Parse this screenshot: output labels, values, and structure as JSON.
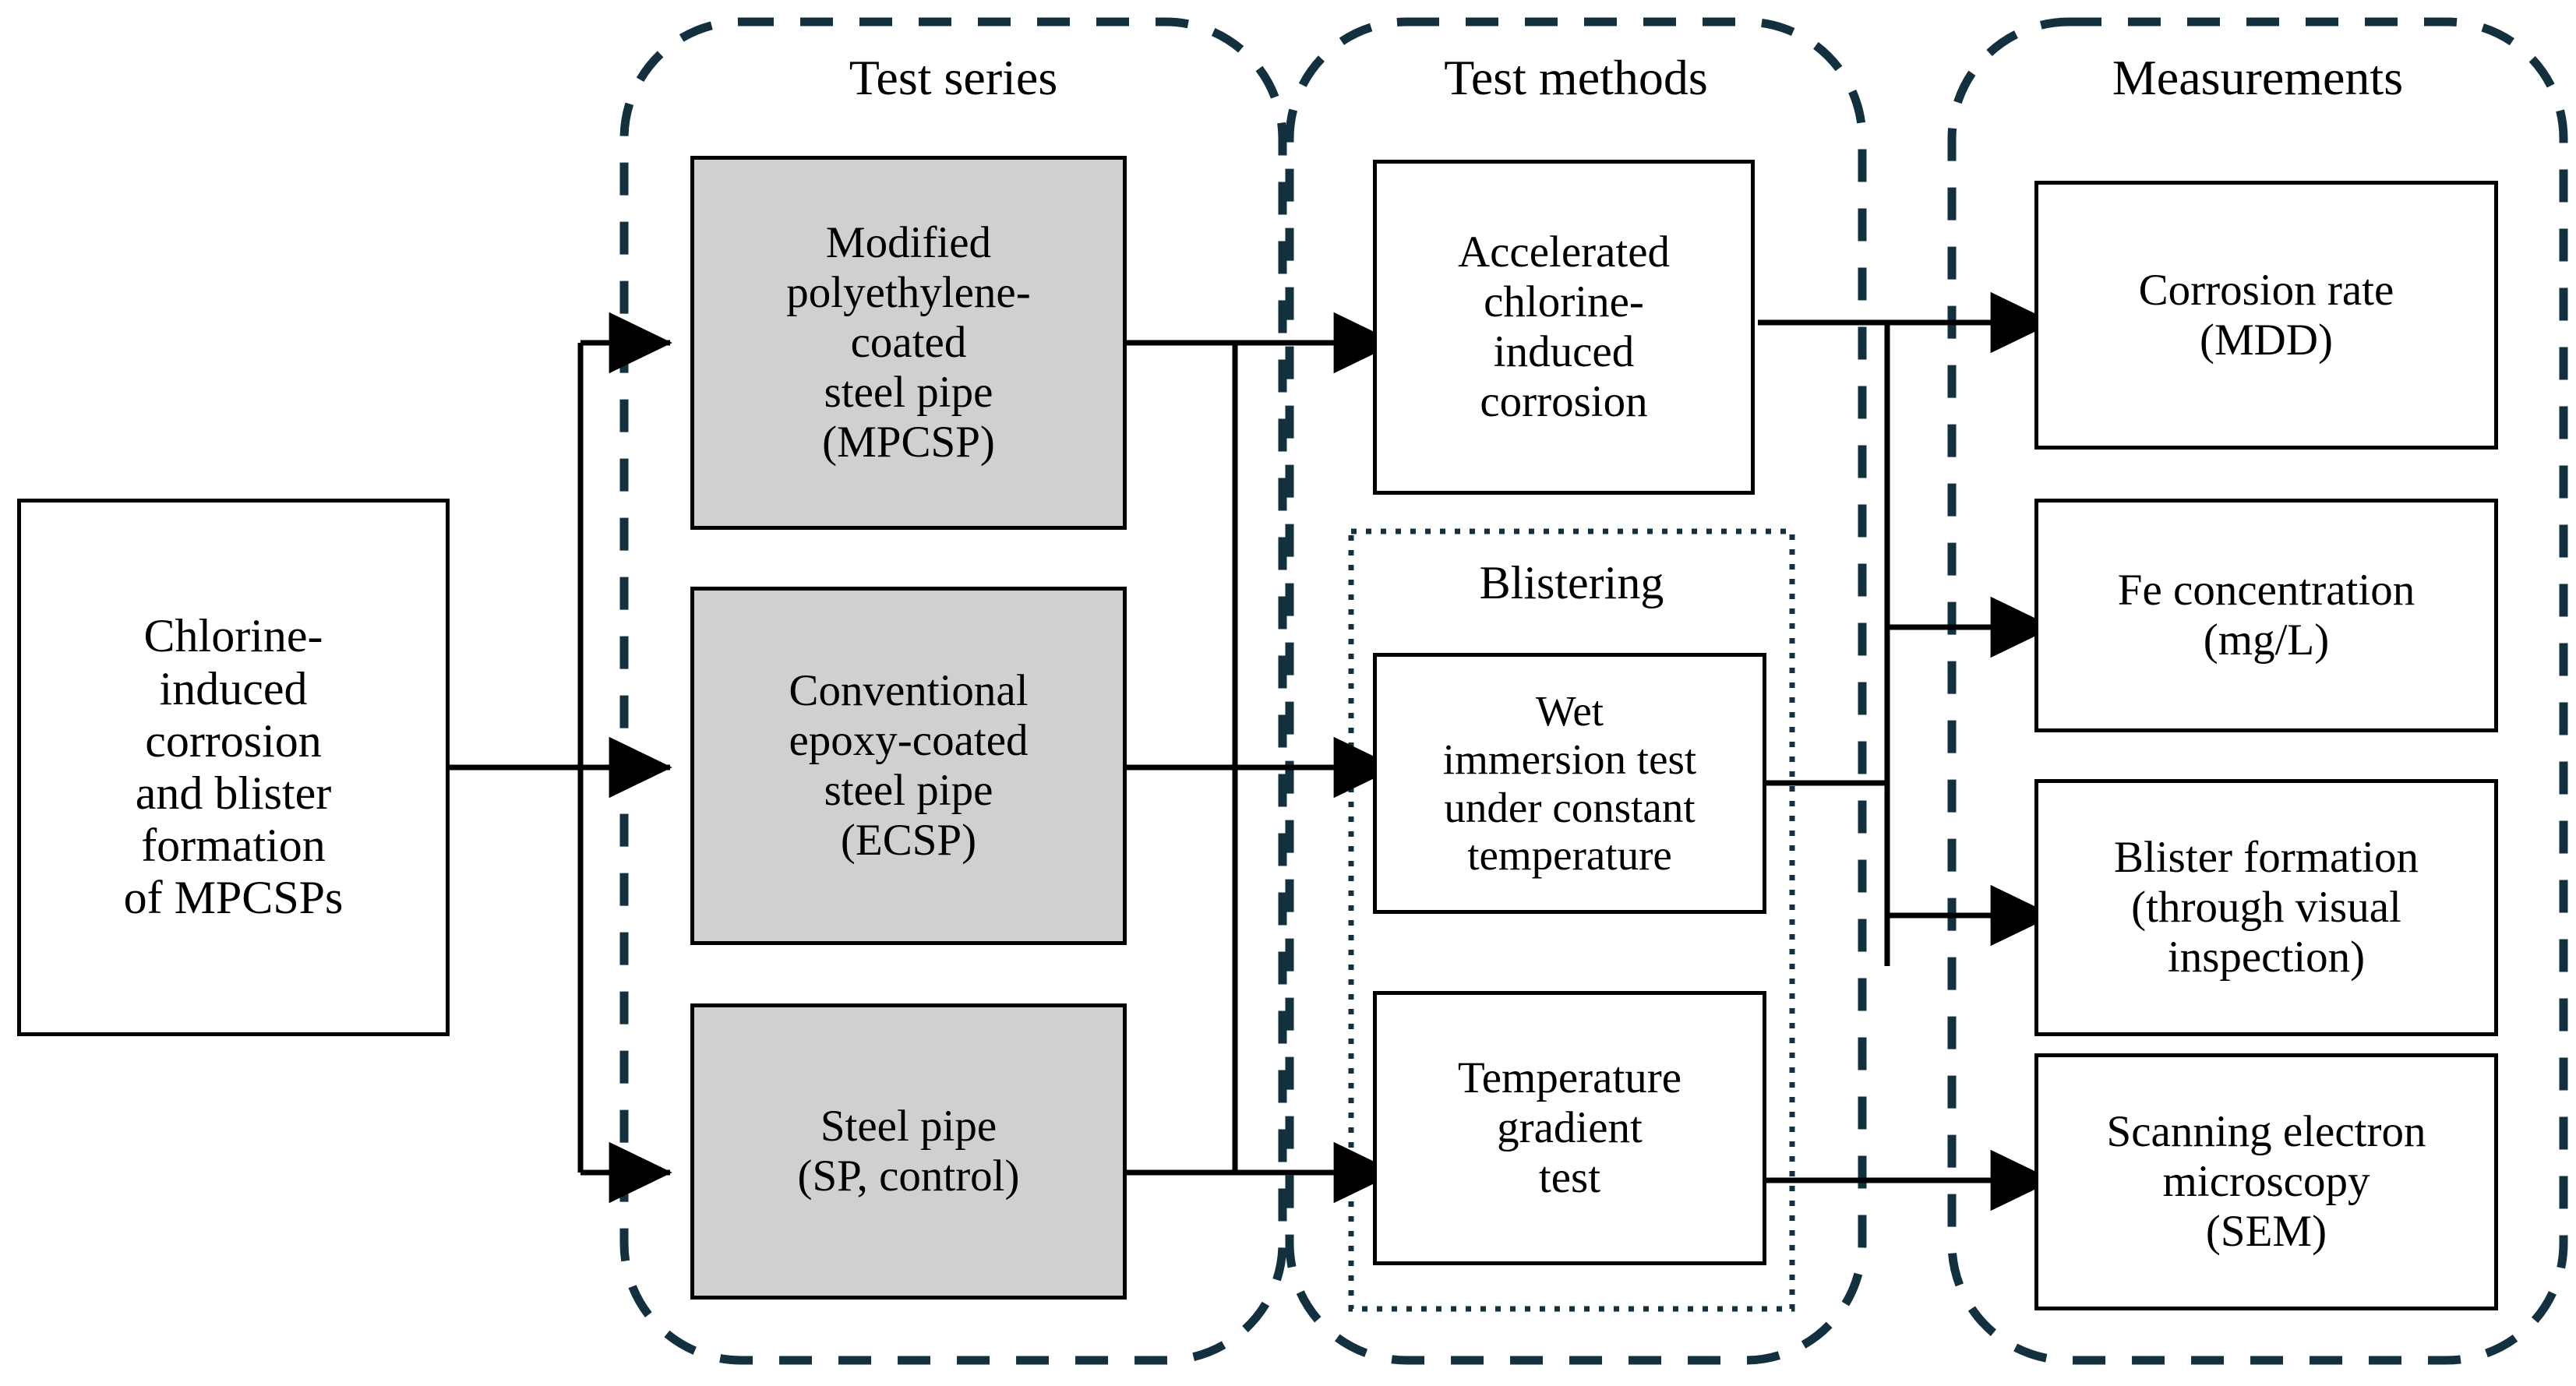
{
  "figure": {
    "type": "flowchart",
    "orientation": "left-to-right",
    "background_color": "#ffffff",
    "line_color": "#000000",
    "group_border_color": "#13303f",
    "shaded_node_fill": "#d0d0d0",
    "plain_node_fill": "#ffffff"
  },
  "start_node": {
    "id": "objective",
    "label": "Chlorine-\ninduced\ncorrosion\nand blister\nformation\nof MPCSPs"
  },
  "groups": [
    {
      "id": "test-series",
      "title": "Test series",
      "border_style": "dashed",
      "nodes": [
        {
          "id": "mpcsp",
          "label": "Modified\npolyethylene-\ncoated\nsteel pipe\n(MPCSP)",
          "shaded": true
        },
        {
          "id": "ecsp",
          "label": "Conventional\nepoxy-coated\nsteel pipe\n(ECSP)",
          "shaded": true
        },
        {
          "id": "sp",
          "label": "Steel pipe\n(SP, control)",
          "shaded": true
        }
      ]
    },
    {
      "id": "test-methods",
      "title": "Test methods",
      "border_style": "dashed",
      "nodes": [
        {
          "id": "accelerated",
          "label": "Accelerated\nchlorine-\ninduced\ncorrosion",
          "shaded": false
        }
      ],
      "subgroups": [
        {
          "id": "blistering",
          "title": "Blistering",
          "border_style": "dotted",
          "nodes": [
            {
              "id": "wet-immersion",
              "label": "Wet\nimmersion test\nunder constant\ntemperature",
              "shaded": false
            },
            {
              "id": "temp-gradient",
              "label": "Temperature\ngradient\ntest",
              "shaded": false
            }
          ]
        }
      ]
    },
    {
      "id": "measurements",
      "title": "Measurements",
      "border_style": "dashed",
      "nodes": [
        {
          "id": "corrosion-rate",
          "label": "Corrosion rate\n(MDD)",
          "shaded": false
        },
        {
          "id": "fe-conc",
          "label": "Fe concentration\n(mg/L)",
          "shaded": false
        },
        {
          "id": "blister-form",
          "label": "Blister formation\n(through visual\ninspection)",
          "shaded": false
        },
        {
          "id": "sem",
          "label": "Scanning electron\nmicroscopy\n(SEM)",
          "shaded": false
        }
      ]
    }
  ],
  "edges": [
    {
      "from": "objective",
      "to": "mpcsp",
      "arrow": true
    },
    {
      "from": "objective",
      "to": "ecsp",
      "arrow": true
    },
    {
      "from": "objective",
      "to": "sp",
      "arrow": true
    },
    {
      "from": "mpcsp",
      "to": "accelerated",
      "arrow": true
    },
    {
      "from": "ecsp",
      "to": "wet-immersion",
      "arrow": true
    },
    {
      "from": "sp",
      "to": "temp-gradient",
      "arrow": true
    },
    {
      "from": "accelerated",
      "to": "corrosion-rate",
      "arrow": true
    },
    {
      "from": "accelerated",
      "to": "fe-conc",
      "arrow": true
    },
    {
      "from": "wet-immersion",
      "to": "blister-form",
      "arrow": true
    },
    {
      "from": "temp-gradient",
      "to": "sem",
      "arrow": true
    }
  ]
}
